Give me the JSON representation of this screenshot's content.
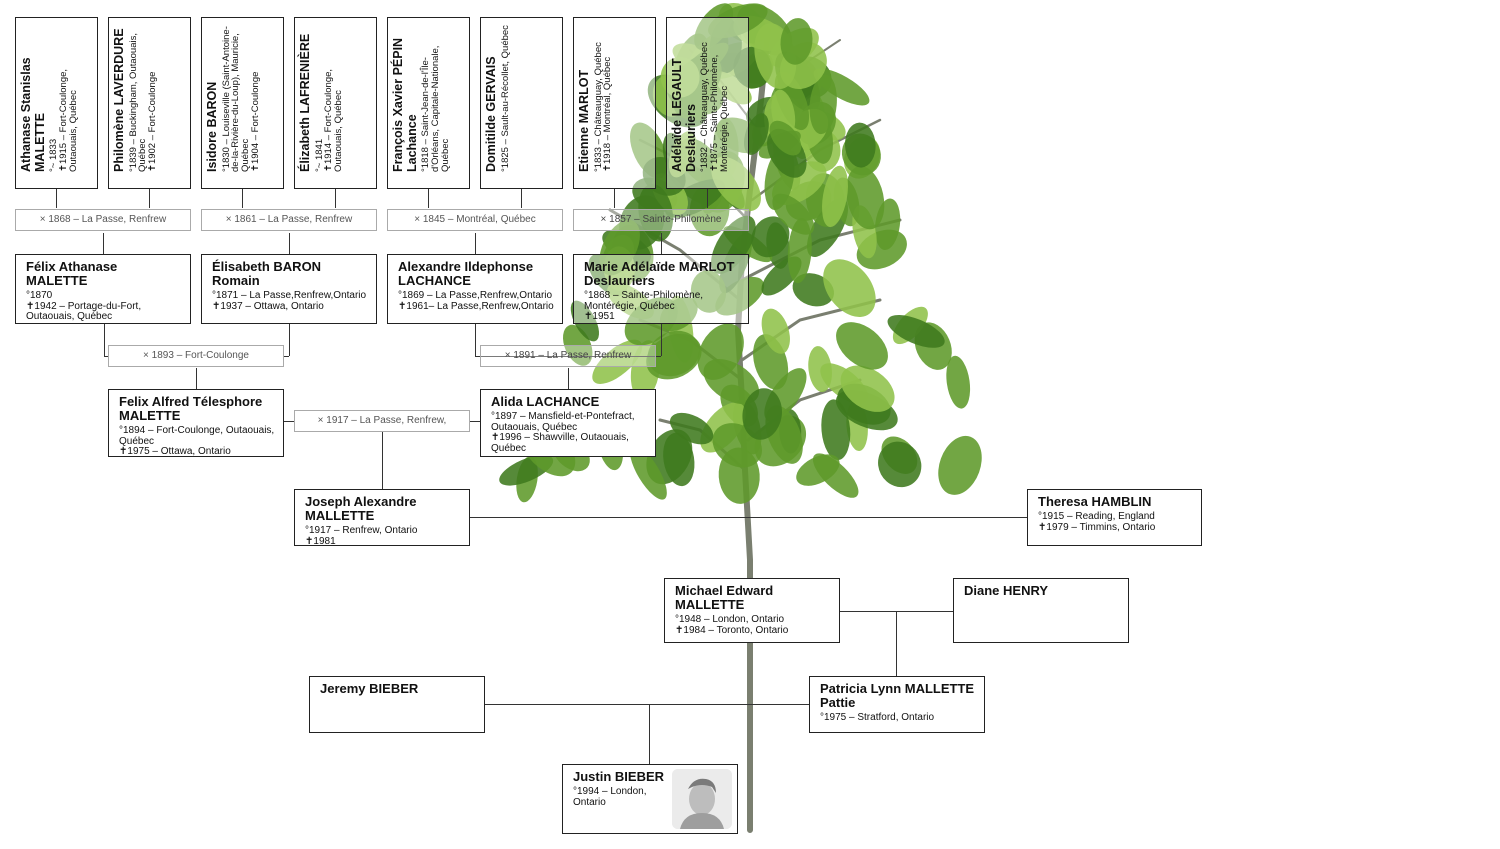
{
  "gen5": [
    {
      "name": "Athanase Stanislas MALETTE",
      "lines": [
        "°~ 1833",
        "✝1915 – Fort-Coulonge, Outaouais, Québec"
      ]
    },
    {
      "name": "Philomène LAVERDURE",
      "lines": [
        "°1839 – Buckingham, Outaouais, Québec",
        "✝1902 – Fort-Coulonge"
      ]
    },
    {
      "name": "Isidore BARON",
      "lines": [
        "°1830 – Louiseville (Saint-Antoine-de-la-Rivière-du-Loup), Mauricie, Québec",
        "✝1904 – Fort-Coulonge"
      ]
    },
    {
      "name": "Élizabeth LAFRENIÈRE",
      "lines": [
        "°~ 1841",
        "✝1914 – Fort-Coulonge, Outaouais, Québec"
      ]
    },
    {
      "name": "François Xavier PÉPIN Lachance",
      "lines": [
        "°1818 – Saint-Jean-de-l'Île-d'Orléans, Capitale-Nationale, Québec"
      ]
    },
    {
      "name": "Domitilde GERVAIS",
      "lines": [
        "°1825 – Sault-au-Récollet, Québec"
      ]
    },
    {
      "name": "Etienne MARLOT",
      "lines": [
        "°1833 – Châteauguay, Québec",
        "✝1918 – Montréal, Québec"
      ]
    },
    {
      "name": "Adélaïde LEGAULT Deslauriers",
      "lines": [
        "°1832 – Châteauguay, Québec",
        "✝1875 – Sainte-Philomène, Montérégie, Québec"
      ]
    }
  ],
  "marriages5": [
    "× 1868 – La Passe, Renfrew",
    "× 1861 – La Passe, Renfrew",
    "× 1845 – Montréal, Québec",
    "× 1857 – Sainte-Philomène"
  ],
  "gen4": [
    {
      "name": "Félix Athanase MALETTE",
      "lines": [
        "°1870",
        "✝1942 – Portage-du-Fort, Outaouais, Québec"
      ]
    },
    {
      "name": "Élisabeth BARON Romain",
      "lines": [
        "°1871 – La Passe,Renfrew,Ontario",
        "✝1937 – Ottawa, Ontario"
      ]
    },
    {
      "name": "Alexandre Ildephonse LACHANCE",
      "lines": [
        "°1869 – La Passe,Renfrew,Ontario",
        "✝1961– La Passe,Renfrew,Ontario"
      ]
    },
    {
      "name": "Marie Adélaïde MARLOT Deslauriers",
      "lines": [
        "°1868 – Sainte-Philomène, Montérégie, Québec",
        "✝1951"
      ]
    }
  ],
  "marriages4": [
    "× 1893 – Fort-Coulonge",
    "× 1891 – La Passe, Renfrew"
  ],
  "gen3": [
    {
      "name": "Felix Alfred Télesphore MALETTE",
      "lines": [
        "°1894 – Fort-Coulonge, Outaouais, Québec",
        "✝1975 – Ottawa, Ontario"
      ]
    },
    {
      "name": "Alida LACHANCE",
      "lines": [
        "°1897 – Mansfield-et-Pontefract, Outaouais, Québec",
        "✝1996 – Shawville, Outaouais, Québec"
      ]
    }
  ],
  "marriage3": "× 1917 – La Passe, Renfrew,",
  "gen2": [
    {
      "name": "Joseph Alexandre MALLETTE",
      "lines": [
        "°1917 – Renfrew, Ontario",
        "✝1981"
      ]
    },
    {
      "name": "Theresa HAMBLIN",
      "lines": [
        "°1915 – Reading, England",
        "✝1979 – Timmins, Ontario"
      ]
    }
  ],
  "gen1": [
    {
      "name": "Michael Edward MALLETTE",
      "lines": [
        "°1948 – London, Ontario",
        "✝1984 – Toronto, Ontario"
      ]
    },
    {
      "name": "Diane HENRY",
      "lines": []
    }
  ],
  "gen0": [
    {
      "name": "Jeremy BIEBER",
      "lines": []
    },
    {
      "name": "Patricia Lynn MALLETTE Pattie",
      "lines": [
        "°1975 – Stratford, Ontario"
      ]
    }
  ],
  "subject": {
    "name": "Justin BIEBER",
    "lines": [
      "°1994 – London, Ontario"
    ]
  },
  "colors": {
    "leaf_dark": "#3f7a1e",
    "leaf_mid": "#5f9a2a",
    "leaf_light": "#8fc14a",
    "stem": "#7a7f70"
  }
}
